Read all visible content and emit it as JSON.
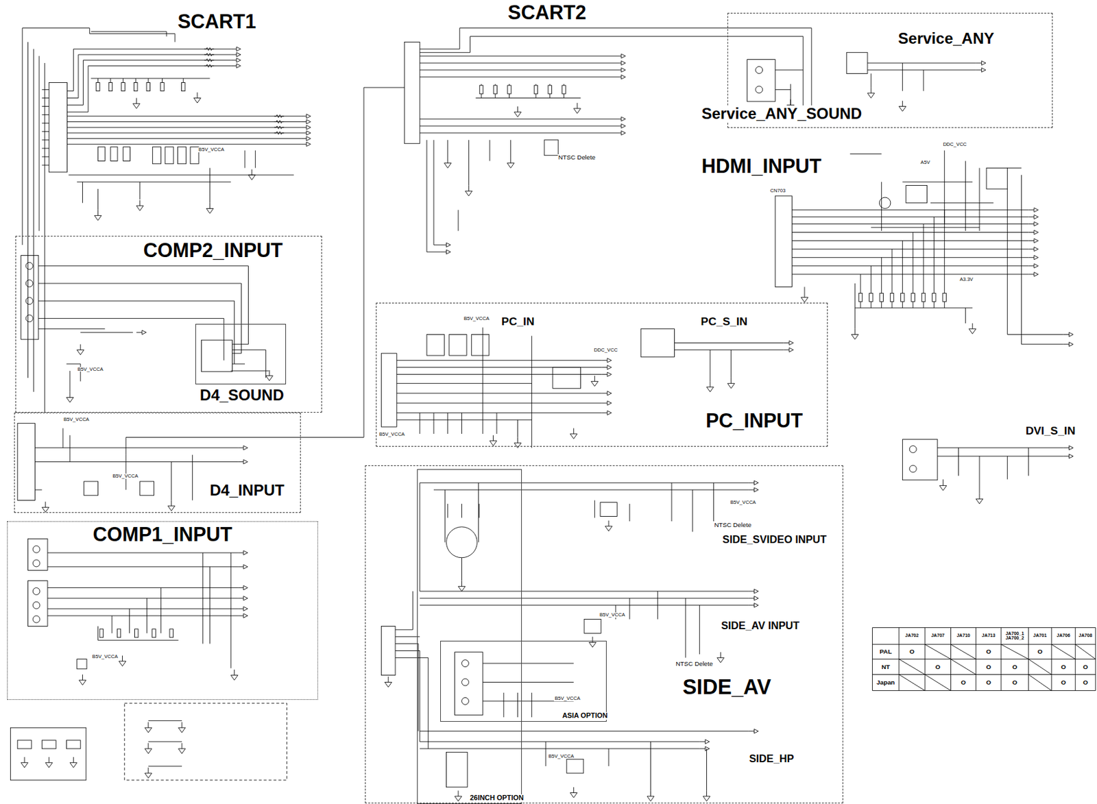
{
  "diagram": {
    "nodes": [
      {
        "text": [
          "COMP2_INPUT"
        ]
      },
      {
        "text": [
          "D4_SOUND"
        ],
        "in": 0
      },
      {
        "text": [
          "D4_INPUT"
        ]
      },
      {
        "text": [
          "COMP1_INPUT"
        ]
      },
      {
        "text": [
          "Service_ANY",
          "Service_ANY_SOUND"
        ]
      },
      {
        "text": [
          "PC_IN",
          "PC_S_IN",
          "PC_INPUT"
        ]
      },
      {
        "text": [
          "SIDE_SVIDEO INPUT",
          "SIDE_AV INPUT",
          "SIDE_AV",
          "SIDE_HP"
        ]
      },
      {
        "text": [
          "26INCH OPTION"
        ],
        "in": 6
      },
      {
        "text": [
          "ASIA OPTION"
        ],
        "in": 6
      }
    ],
    "labels": [
      "SCART1",
      "SCART2",
      "HDMI_INPUT",
      "DVI_S_IN",
      "CN703",
      "DDC_VCC",
      "A5V",
      "A3.3V",
      "NTSC Delete",
      "B5V_VCCA",
      "DDC_VCC",
      "NTSC Delete",
      "B5V_VCCA",
      "NTSC Delete",
      "B5V_VCCA",
      "B5V_VCCA",
      "B5V_VCCA",
      "B5V_VCCA",
      "B5V_VCCA",
      "B5V_VCCA",
      "B5V_VCCA",
      "B5V_VCCA",
      "B5V_VCCA",
      "JA702",
      "JA707",
      "JA710",
      "JA713",
      "JA700_1 JA700_2",
      "JA701",
      "JA706",
      "JA708",
      "PAL",
      "NT",
      "Japan",
      "O",
      "O",
      "O",
      "O",
      "O",
      "O",
      "O",
      "O",
      "O",
      "O",
      "O",
      "O",
      "O"
    ]
  }
}
